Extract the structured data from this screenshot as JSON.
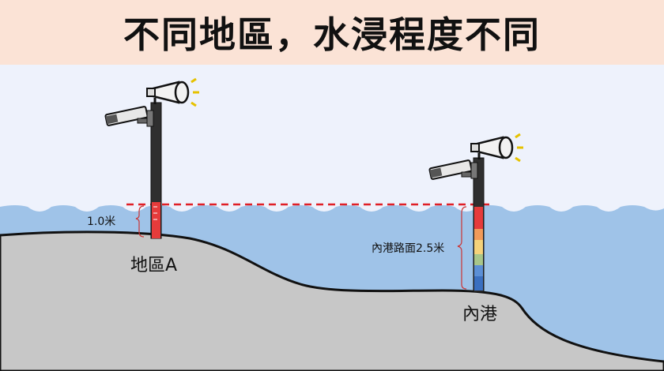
{
  "title": "不同地區，水浸程度不同",
  "sites": [
    {
      "name": "地區A",
      "depth_label": "1.0米"
    },
    {
      "name": "內港",
      "depth_label": "內港路面2.5米"
    }
  ],
  "colors": {
    "water": "#9fc3e8",
    "ground": "#c7c7c7",
    "flood_line": "#e01f26",
    "gauge_red": "#e63b3b",
    "title_bg": "#fbe3d6",
    "sky": "#eef2fc"
  },
  "icons": [
    "cctv-camera-icon",
    "loudspeaker-icon",
    "water-level-gauge-icon"
  ]
}
